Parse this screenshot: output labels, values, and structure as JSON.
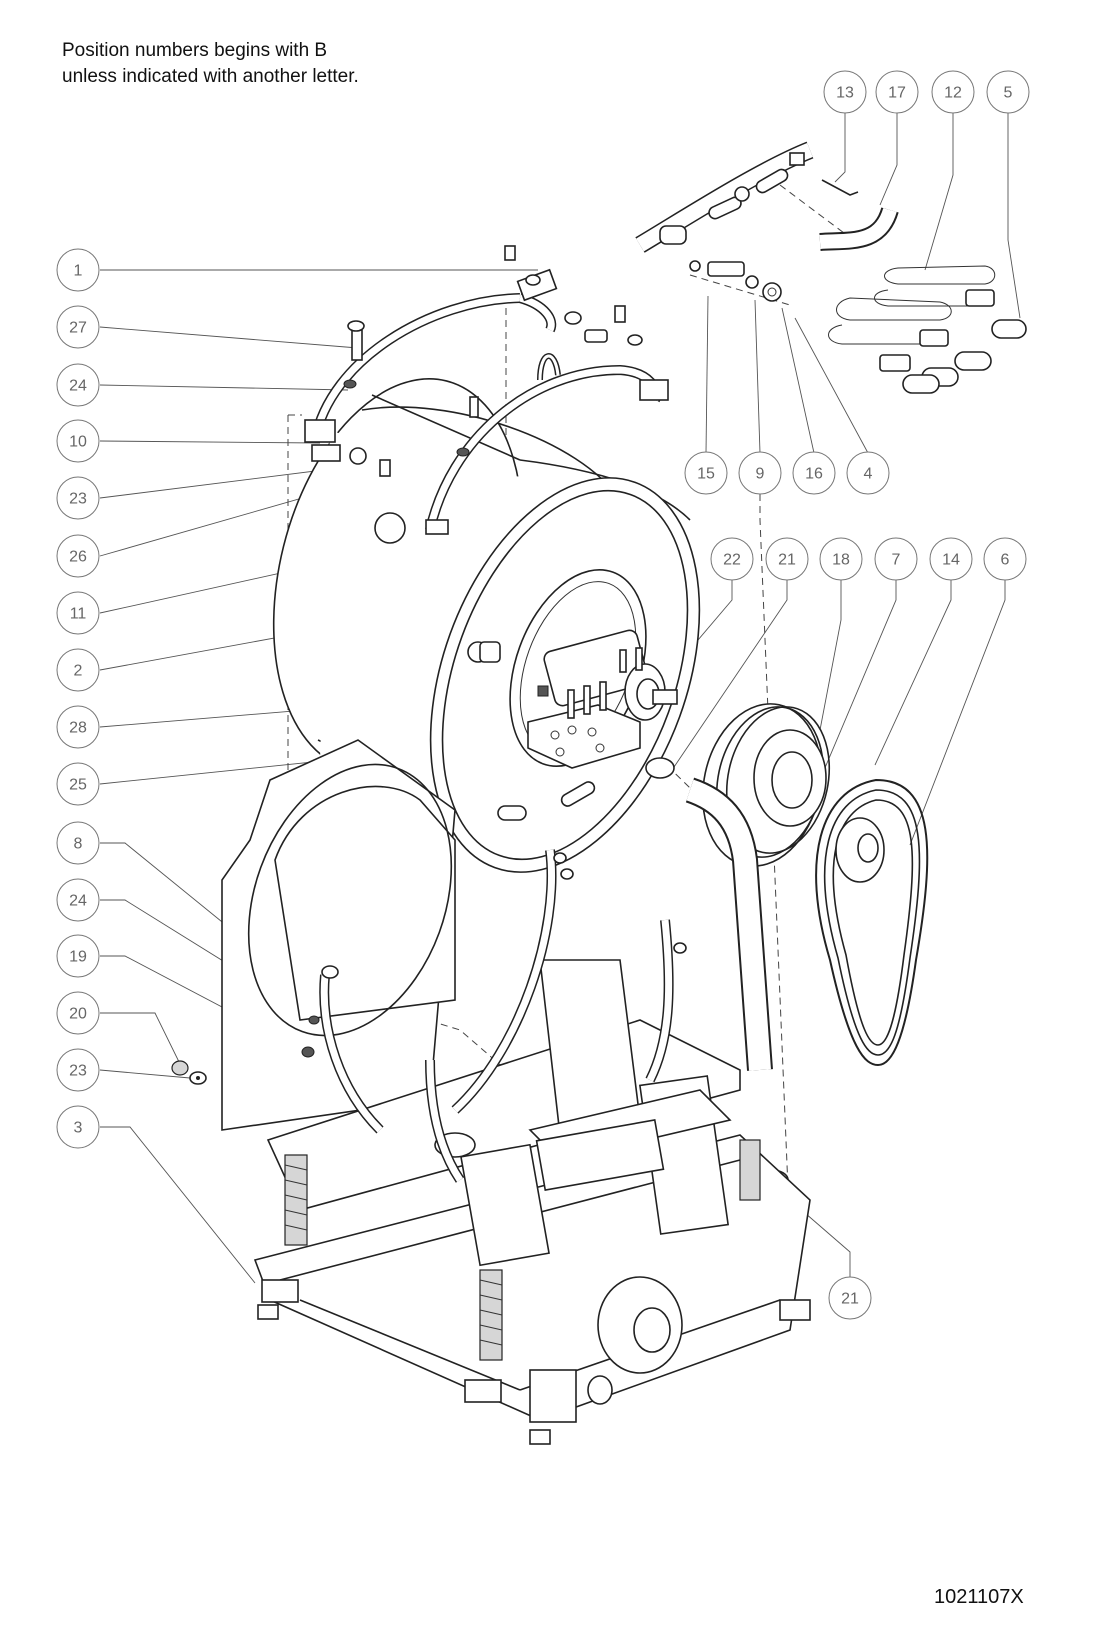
{
  "note": {
    "line1": "Position numbers begins with B",
    "line2": "unless indicated with another letter."
  },
  "document_number": "1021107X",
  "callouts": [
    {
      "id": "c-13",
      "label": "13"
    },
    {
      "id": "c-17",
      "label": "17"
    },
    {
      "id": "c-12",
      "label": "12"
    },
    {
      "id": "c-5",
      "label": "5"
    },
    {
      "id": "c-1",
      "label": "1"
    },
    {
      "id": "c-27",
      "label": "27"
    },
    {
      "id": "c-24a",
      "label": "24"
    },
    {
      "id": "c-10",
      "label": "10"
    },
    {
      "id": "c-23a",
      "label": "23"
    },
    {
      "id": "c-26",
      "label": "26"
    },
    {
      "id": "c-11",
      "label": "11"
    },
    {
      "id": "c-2",
      "label": "2"
    },
    {
      "id": "c-28",
      "label": "28"
    },
    {
      "id": "c-25",
      "label": "25"
    },
    {
      "id": "c-8",
      "label": "8"
    },
    {
      "id": "c-24b",
      "label": "24"
    },
    {
      "id": "c-19",
      "label": "19"
    },
    {
      "id": "c-20",
      "label": "20"
    },
    {
      "id": "c-23b",
      "label": "23"
    },
    {
      "id": "c-3",
      "label": "3"
    },
    {
      "id": "c-15",
      "label": "15"
    },
    {
      "id": "c-9",
      "label": "9"
    },
    {
      "id": "c-16",
      "label": "16"
    },
    {
      "id": "c-4",
      "label": "4"
    },
    {
      "id": "c-22",
      "label": "22"
    },
    {
      "id": "c-21a",
      "label": "21"
    },
    {
      "id": "c-18",
      "label": "18"
    },
    {
      "id": "c-7",
      "label": "7"
    },
    {
      "id": "c-14",
      "label": "14"
    },
    {
      "id": "c-6",
      "label": "6"
    },
    {
      "id": "c-21b",
      "label": "21"
    }
  ]
}
